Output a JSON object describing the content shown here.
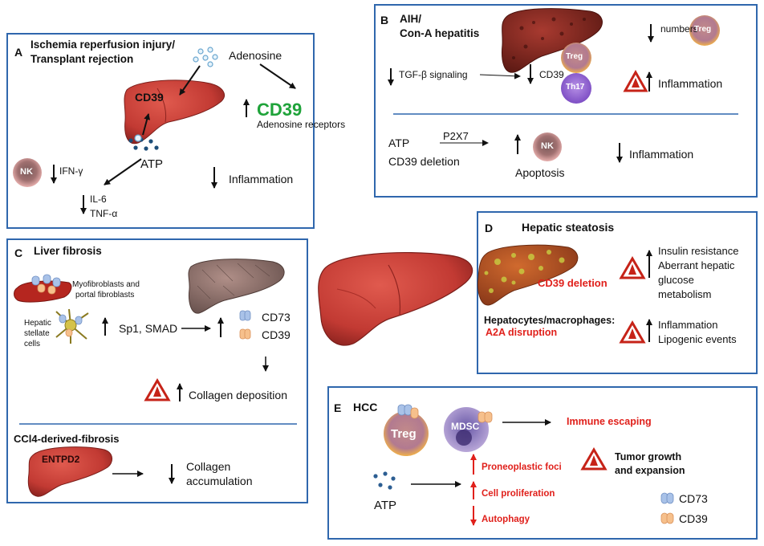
{
  "colors": {
    "panel_border": "#2f67ad",
    "liver": "#c8413a",
    "red_text": "#e0201b",
    "green_text": "#1fa33a"
  },
  "panelA": {
    "letter": "A",
    "title1": "Ischemia reperfusion injury/",
    "title2": "Transplant rejection",
    "adenosine": "Adenosine",
    "cd39_liver": "CD39",
    "cd39_big": "CD39",
    "adenosine_receptors": "Adenosine receptors",
    "atp": "ATP",
    "nk": "NK",
    "ifn": "IFN-γ",
    "il6": "IL-6",
    "tnf": "TNF-α",
    "inflammation": "Inflammation"
  },
  "panelB": {
    "letter": "B",
    "title1": "AIH/",
    "title2": "Con-A hepatitis",
    "numbers": "numbers",
    "treg": "Treg",
    "th17": "Th17",
    "tgf": "TGF-β  signaling",
    "cd39": "CD39",
    "inflammation1": "Inflammation",
    "atp": "ATP",
    "p2x7": "P2X7",
    "cd39_deletion": "CD39 deletion",
    "nk": "NK",
    "apoptosis": "Apoptosis",
    "inflammation2": "Inflammation"
  },
  "panelC": {
    "letter": "C",
    "title": "Liver fibrosis",
    "myofibro1": "Myofibroblasts and",
    "myofibro2": "portal fibroblasts",
    "hsc1": "Hepatic",
    "hsc2": "stellate",
    "hsc3": "cells",
    "sp1": "Sp1, SMAD",
    "cd73": "CD73",
    "cd39": "CD39",
    "collagen_dep": "Collagen deposition",
    "ccl4": "CCl4-derived-fibrosis",
    "entpd2": "ENTPD2",
    "collagen_acc1": "Collagen",
    "collagen_acc2": "accumulation"
  },
  "panelD": {
    "letter": "D",
    "title": "Hepatic steatosis",
    "cd39_deletion": "CD39 deletion",
    "hep_mac": "Hepatocytes/macrophages:",
    "a2a": "A2A disruption",
    "ir1": "Insulin resistance",
    "ir2": "Aberrant hepatic",
    "ir3": "glucose",
    "ir4": "metabolism",
    "infl": "Inflammation",
    "lipo": "Lipogenic events"
  },
  "panelE": {
    "letter": "E",
    "title": "HCC",
    "treg": "Treg",
    "mdsc": "MDSC",
    "immune": "Immune escaping",
    "tumor1": "Tumor growth",
    "tumor2": "and expansion",
    "proneo": "Proneoplastic foci",
    "prolif": "Cell proliferation",
    "autophagy": "Autophagy",
    "atp": "ATP",
    "legend_cd73": "CD73",
    "legend_cd39": "CD39"
  }
}
